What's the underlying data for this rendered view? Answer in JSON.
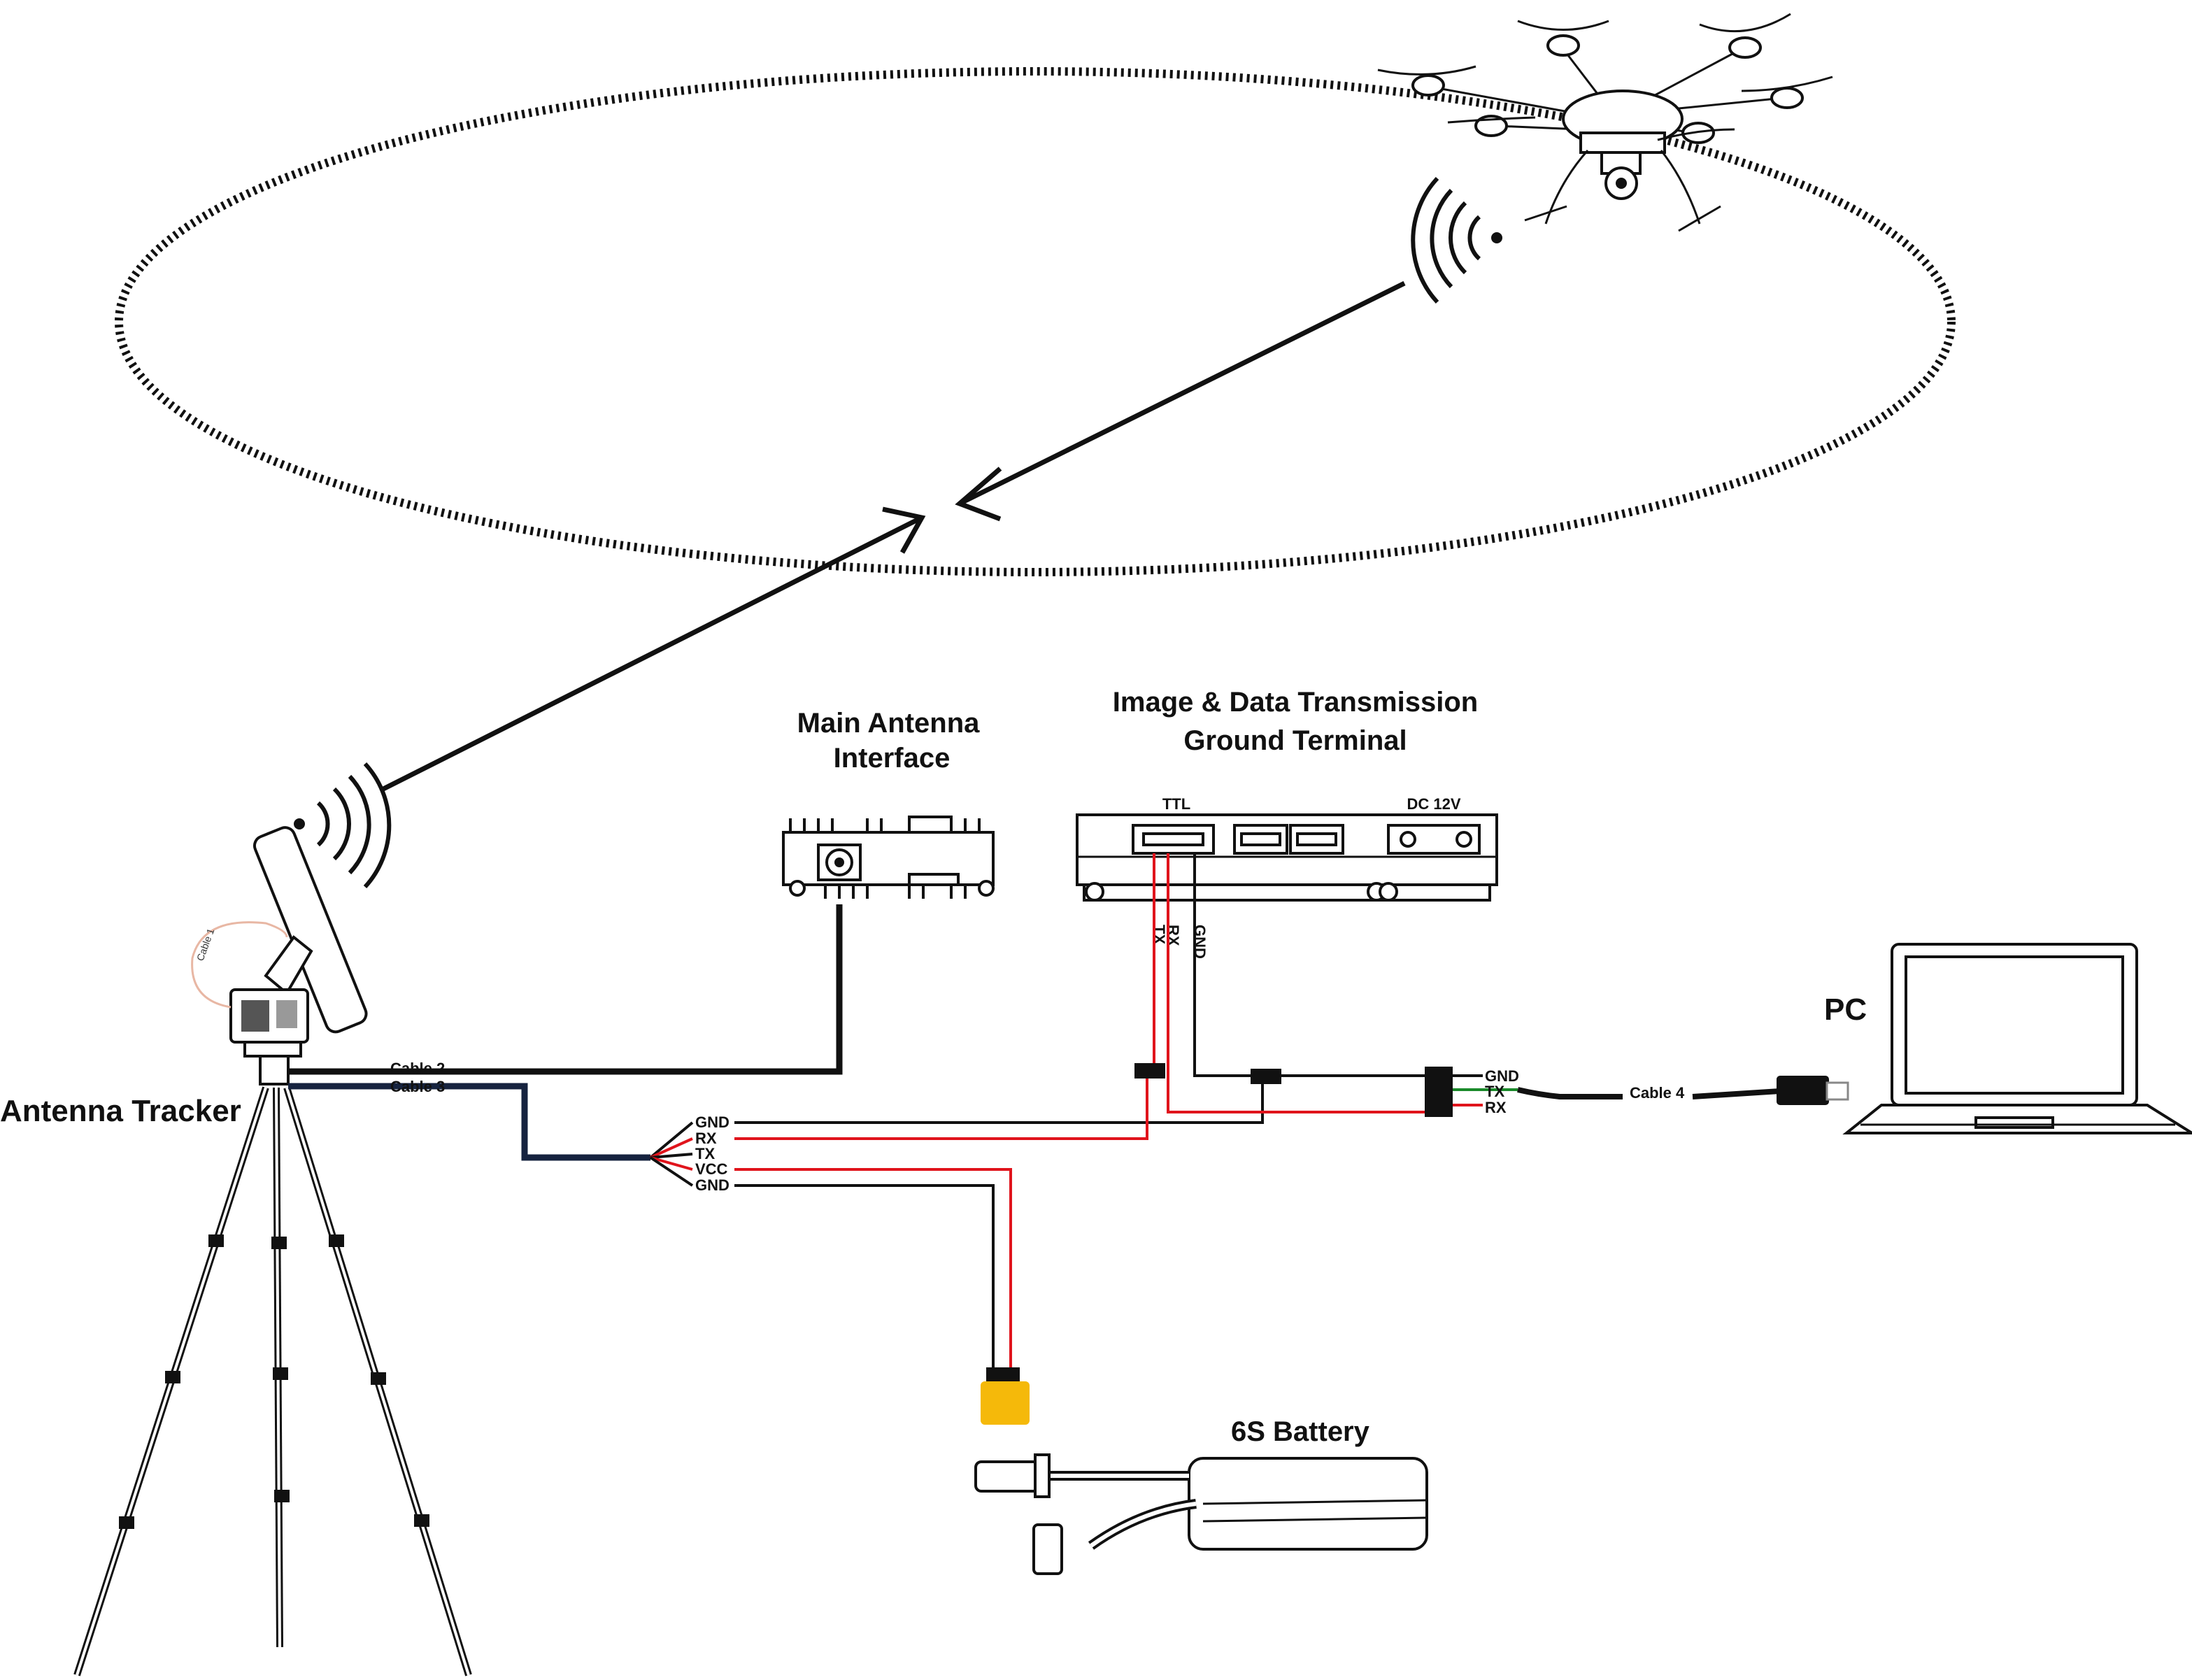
{
  "labels": {
    "antenna_tracker": "Antenna Tracker",
    "main_antenna_line1": "Main Antenna",
    "main_antenna_line2": "Interface",
    "terminal_line1": "Image & Data Transmission",
    "terminal_line2": "Ground Terminal",
    "battery": "6S Battery",
    "pc": "PC"
  },
  "ports": {
    "ttl": "TTL",
    "dc": "DC 12V"
  },
  "cables": {
    "cable1": "Cable 1",
    "cable2": "Cable 2",
    "cable3": "Cable 3",
    "cable4": "Cable 4"
  },
  "pins": {
    "terminal_tx": "TX",
    "terminal_rx": "RX",
    "terminal_gnd": "GND",
    "tracker_gnd1": "GND",
    "tracker_rx": "RX",
    "tracker_tx": "TX",
    "tracker_vcc": "VCC",
    "tracker_gnd2": "GND",
    "pc_gnd": "GND",
    "pc_tx": "TX",
    "pc_rx": "RX"
  },
  "colors": {
    "red_wire": "#e0141c",
    "black_wire": "#111111",
    "navy_wire": "#16233f",
    "green_wire": "#1a8a2a",
    "battery_connector": "#f5b90a"
  }
}
